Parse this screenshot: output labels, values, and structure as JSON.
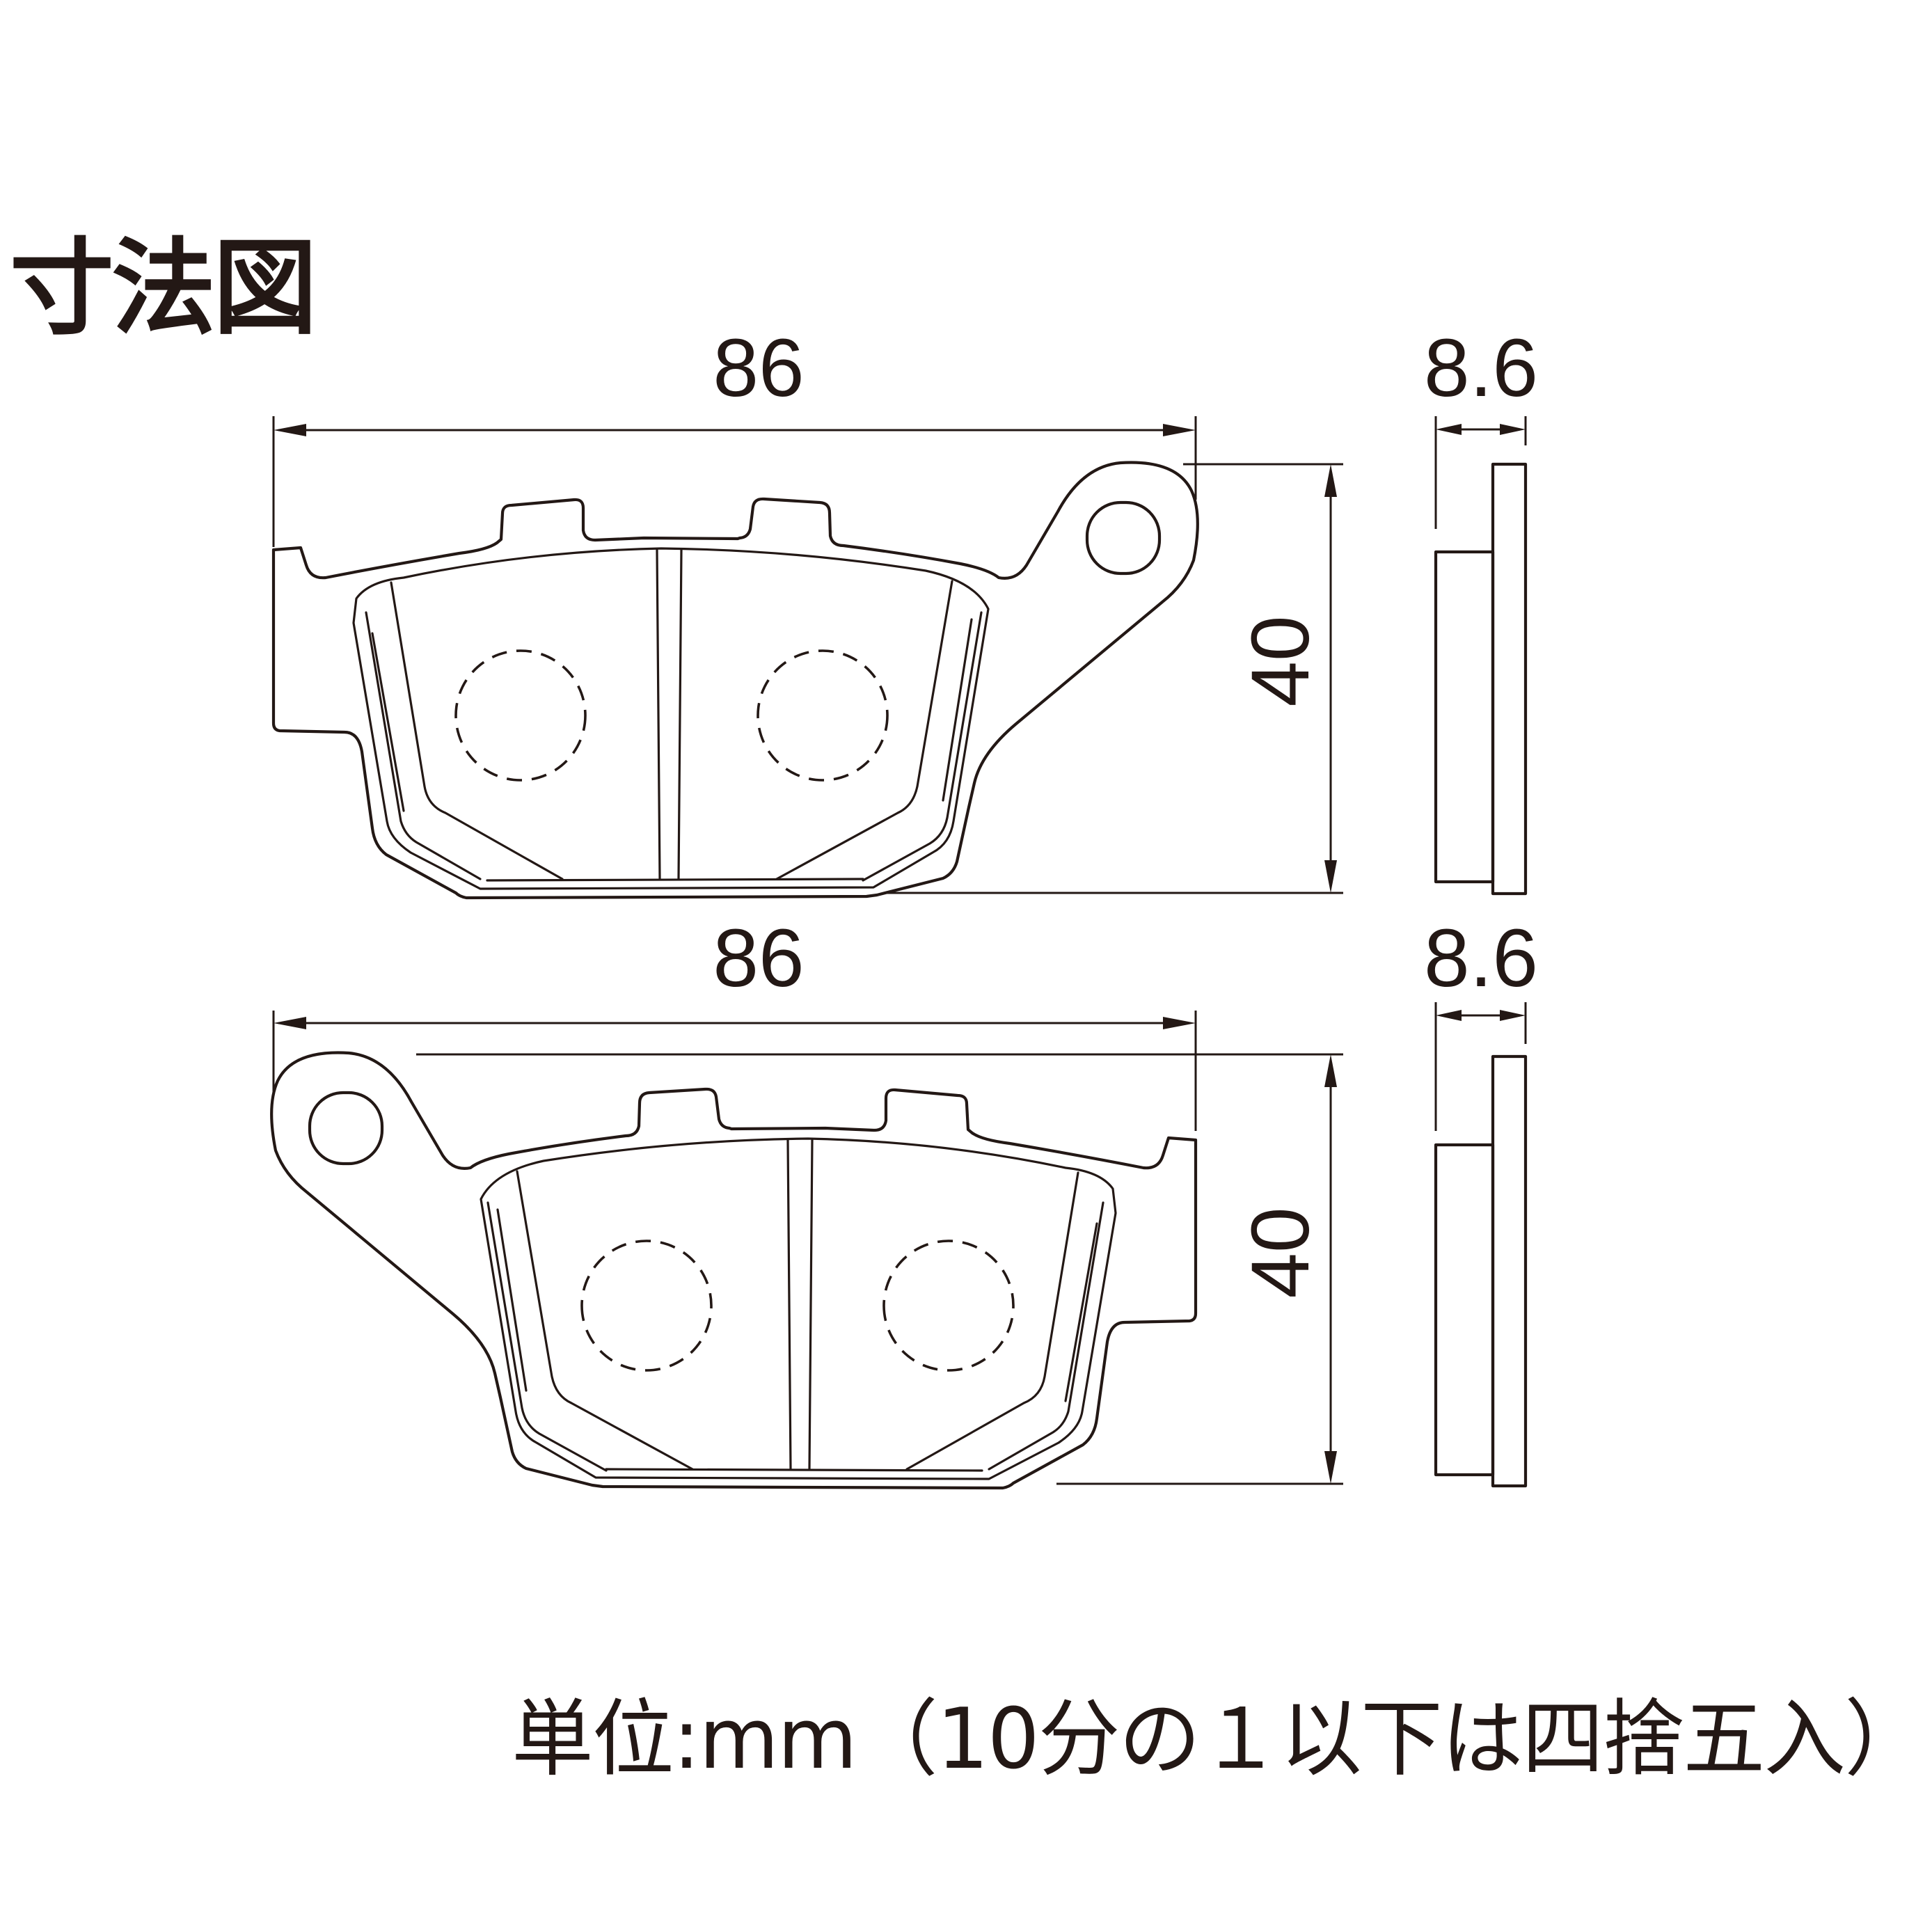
{
  "title": "寸法図",
  "top_view": {
    "width_label": "86",
    "height_label": "40",
    "thickness_label": "8.6"
  },
  "bottom_view": {
    "width_label": "86",
    "height_label": "40",
    "thickness_label": "8.6"
  },
  "footnote": "単位:mm（10分の１以下は四捨五入）"
}
